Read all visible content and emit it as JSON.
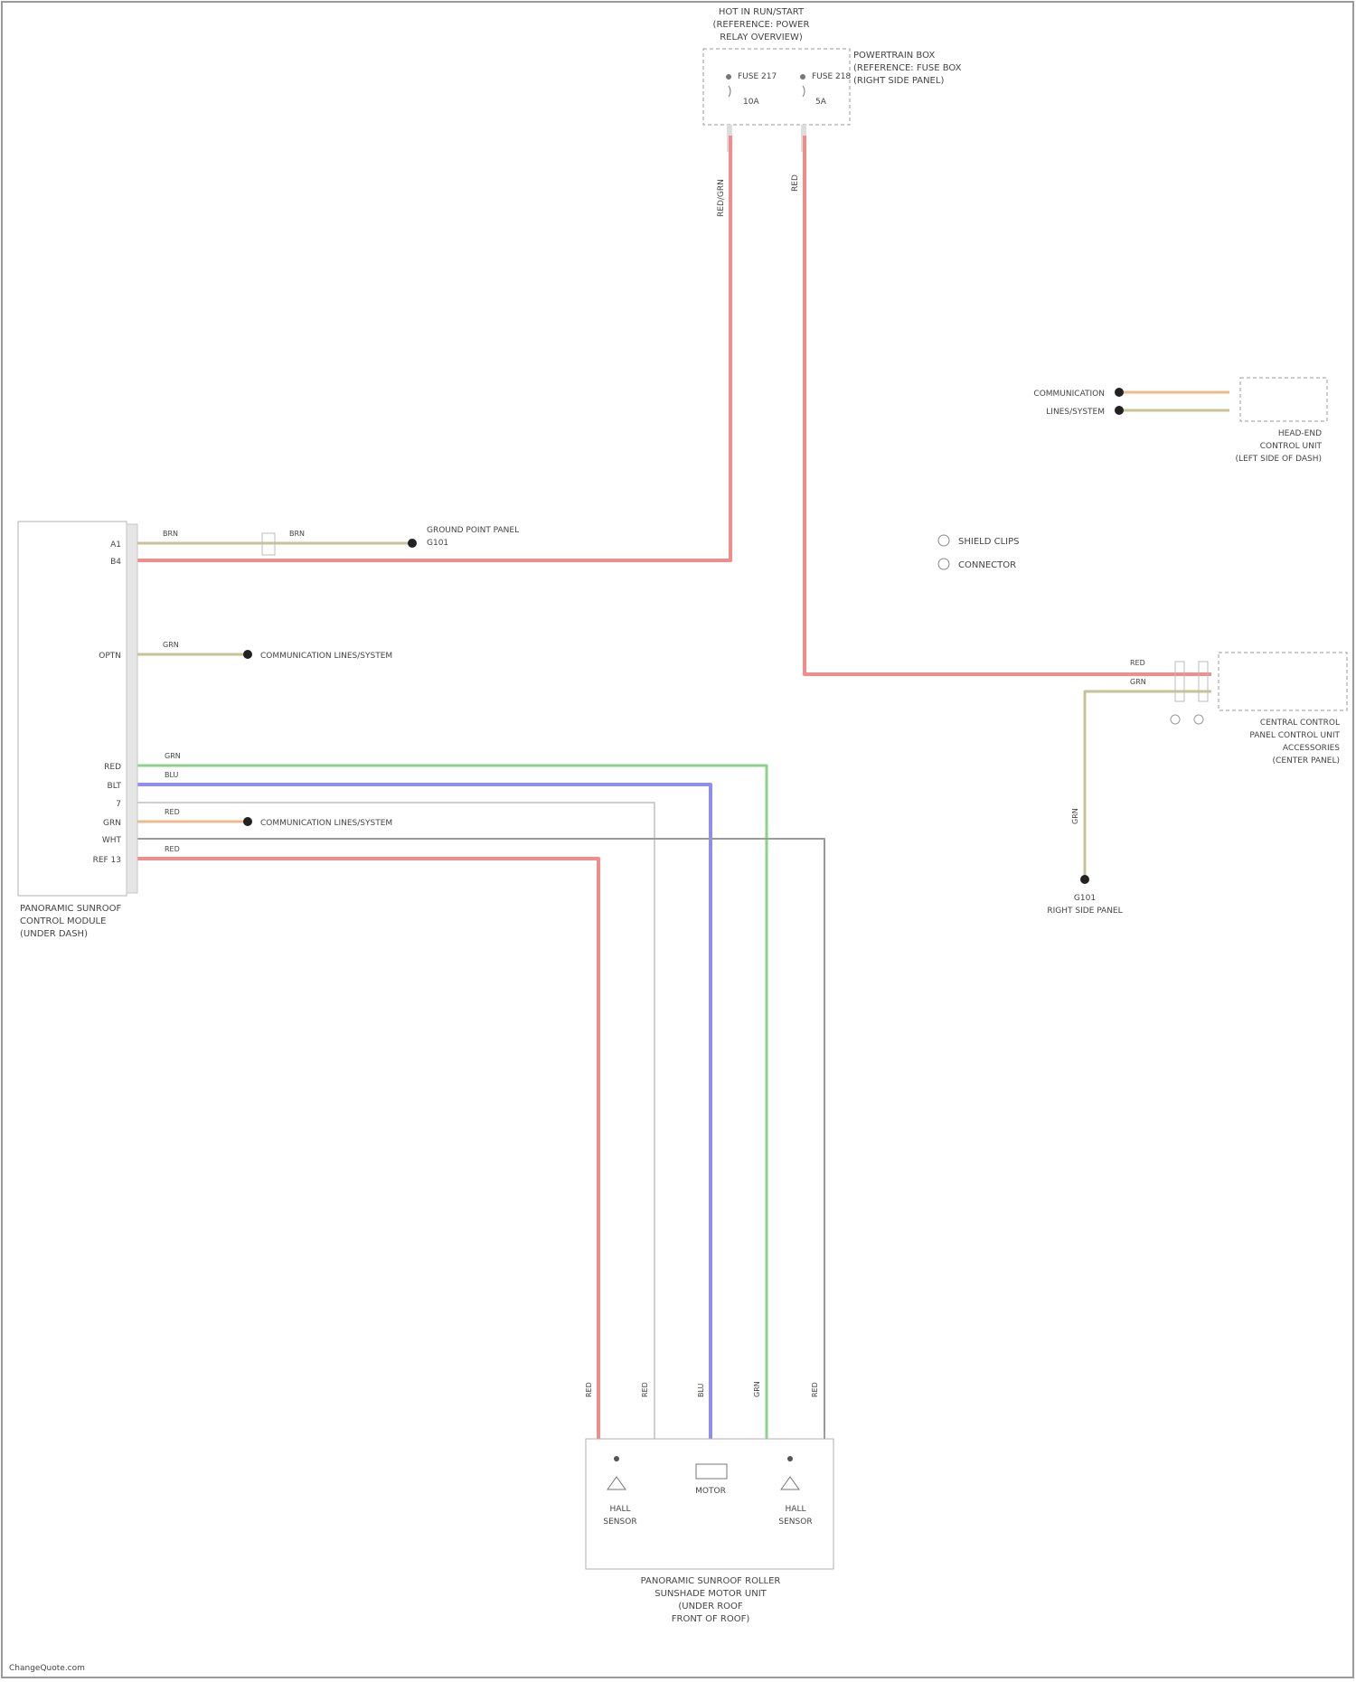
{
  "colors": {
    "red": "#f28b8b",
    "green": "#8ad48a",
    "blue": "#8e8ef0",
    "orange": "#f0b98a",
    "olive": "#c8c296",
    "gray": "#c8c8c8",
    "dark": "#8c8c8c",
    "text": "#444444"
  },
  "labels": {
    "fuse_box": [
      "HOT IN RUN/START",
      "(REFERENCE: POWER",
      "RELAY OVERVIEW)"
    ],
    "fuse_a": "FUSE 217",
    "fuse_b": "FUSE 218",
    "fuse_box_side": [
      "POWERTRAIN BOX",
      "(REFERENCE: FUSE BOX",
      "(RIGHT SIDE PANEL)"
    ],
    "fuse_a_amp": "10A",
    "fuse_b_amp": "5A",
    "wire_top_left": "RED/GRN",
    "wire_top_right": "RED",
    "lin_top": "COMMUNICATION",
    "lin_bottom": "LINES/SYSTEM",
    "ecu_side": [
      "HEAD-END",
      "CONTROL UNIT",
      "(LEFT SIDE OF DASH)"
    ],
    "legend_1": "SHIELD CLIPS",
    "legend_2": "CONNECTOR",
    "left_module": [
      "PANORAMIC SUNROOF",
      "CONTROL MODULE",
      "(UNDER DASH)"
    ],
    "left_ground": "GROUND POINT PANEL",
    "left_ground_sub": "G101",
    "left_comm_1": "COMMUNICATION LINES/SYSTEM",
    "left_comm_2": "COMMUNICATION LINES/SYSTEM",
    "right_module": [
      "CENTRAL CONTROL",
      "PANEL CONTROL UNIT",
      "ACCESSORIES",
      "(CENTER PANEL)"
    ],
    "right_ground": [
      "G101",
      "RIGHT SIDE PANEL"
    ],
    "bottom_module": [
      "PANORAMIC SUNROOF ROLLER",
      "SUNSHADE MOTOR UNIT",
      "(UNDER ROOF",
      "FRONT OF ROOF)"
    ],
    "hall_a": [
      "HALL",
      "SENSOR"
    ],
    "hall_b": [
      "HALL",
      "SENSOR"
    ],
    "motor": "MOTOR",
    "footer": "ChangeQuote.com",
    "pins_left": [
      "A1",
      "B4",
      "OPTN",
      "RED",
      "BLT",
      "7",
      "GRN",
      "WHT",
      "REF 13"
    ],
    "wire_tags": [
      "BRN",
      "RED",
      "GRN",
      "BLU",
      "RED",
      "GRN",
      "BLU",
      "RED",
      "GRN",
      "BLU"
    ]
  }
}
